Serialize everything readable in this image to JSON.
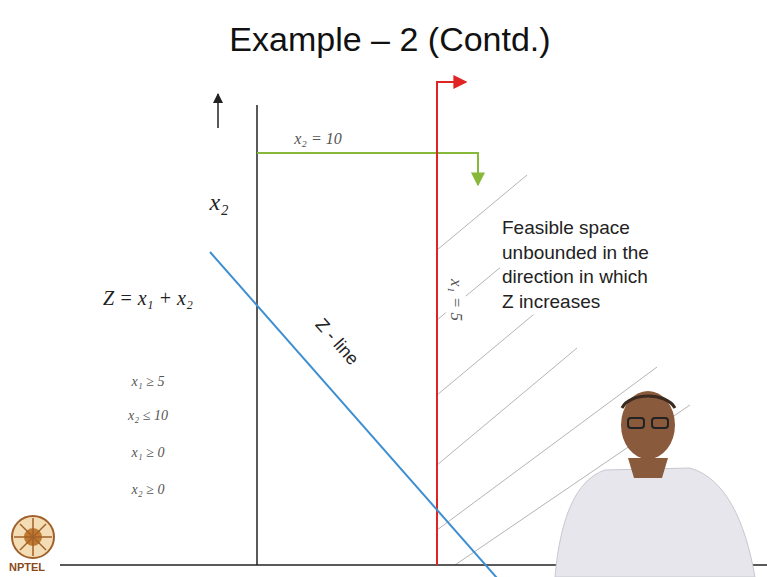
{
  "diagram": {
    "title": "Example – 2 (Contd.)",
    "labels": [
      "x₂ = 10",
      "x₂",
      "Z = x₁ + x₂",
      "x₁ ≥ 5",
      "x₂ ≤ 10",
      "x₁ ≥ 0",
      "x₂ ≥ 0",
      "Z - line",
      "x₁ = 5",
      "Feasible space unbounded in the direction in which Z increases",
      "NPTEL"
    ]
  }
}
